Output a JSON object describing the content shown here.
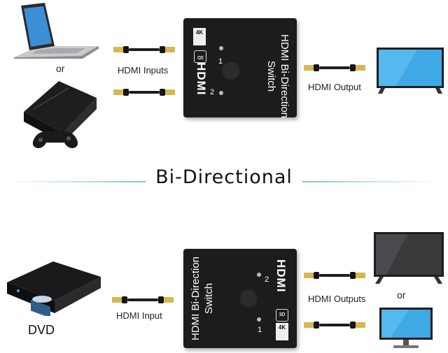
{
  "top": {
    "or_label": "or",
    "inputs_label": "HDMI Inputs",
    "output_label": "HDMI Output",
    "switch_line1": "HDMI Bi-Direction",
    "switch_line2": "Switch",
    "port1": "1",
    "port2": "2",
    "hdmi_logo": "HDMI",
    "badge_3d": "3D",
    "badge_4k": "4K"
  },
  "title": "Bi-Directional",
  "bottom": {
    "dvd_label": "DVD",
    "input_label": "HDMI Input",
    "outputs_label": "HDMI Outputs",
    "or_label": "or",
    "switch_line1": "HDMI Bi-Direction",
    "switch_line2": "Switch",
    "port1": "1",
    "port2": "2",
    "hdmi_logo": "HDMI",
    "badge_3d": "3D",
    "badge_4k": "4K"
  },
  "colors": {
    "accent": "#5fc4b4",
    "switch_body": "#1c1c1e",
    "screen": "#3fa9e6"
  },
  "icons": [
    "laptop-icon",
    "game-console-icon",
    "monitor-icon",
    "tv-icon",
    "dvd-player-icon",
    "hdmi-cable-icon"
  ]
}
